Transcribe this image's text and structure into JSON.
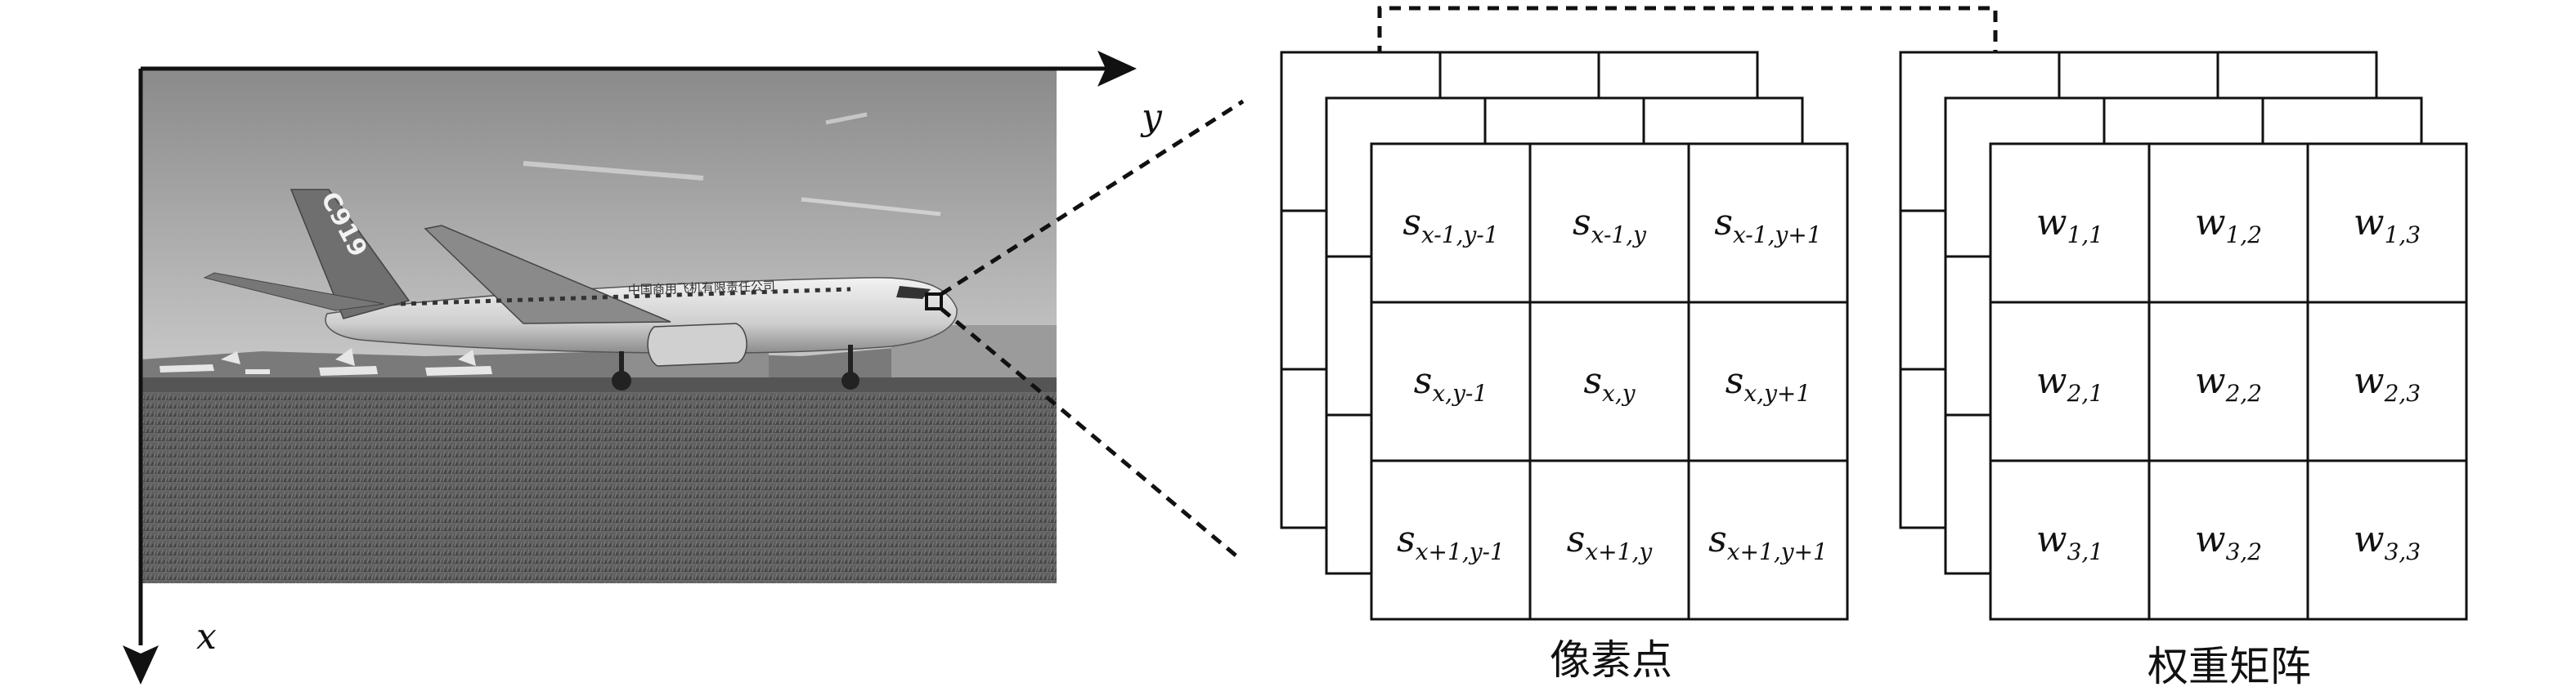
{
  "axes": {
    "x_label": "x",
    "y_label": "y"
  },
  "pixel_matrix": {
    "caption": "像素点",
    "cells": [
      [
        {
          "base": "s",
          "sub": "x-1,y-1"
        },
        {
          "base": "s",
          "sub": "x-1,y"
        },
        {
          "base": "s",
          "sub": "x-1,y+1"
        }
      ],
      [
        {
          "base": "s",
          "sub": "x,y-1"
        },
        {
          "base": "s",
          "sub": "x,y"
        },
        {
          "base": "s",
          "sub": "x,y+1"
        }
      ],
      [
        {
          "base": "s",
          "sub": "x+1,y-1"
        },
        {
          "base": "s",
          "sub": "x+1,y"
        },
        {
          "base": "s",
          "sub": "x+1,y+1"
        }
      ]
    ]
  },
  "weight_matrix": {
    "caption": "权重矩阵",
    "cells": [
      [
        {
          "base": "w",
          "sub": "1,1"
        },
        {
          "base": "w",
          "sub": "1,2"
        },
        {
          "base": "w",
          "sub": "1,3"
        }
      ],
      [
        {
          "base": "w",
          "sub": "2,1"
        },
        {
          "base": "w",
          "sub": "2,2"
        },
        {
          "base": "w",
          "sub": "2,3"
        }
      ],
      [
        {
          "base": "w",
          "sub": "3,1"
        },
        {
          "base": "w",
          "sub": "3,2"
        },
        {
          "base": "w",
          "sub": "3,3"
        }
      ]
    ]
  },
  "aircraft": {
    "tail_text": "C919",
    "fuselage_text": "中国商用飞机有限责任公司"
  },
  "colors": {
    "line": "#111111",
    "sky_top": "#8f8f8f",
    "sky_bottom": "#d6d6d6",
    "ground": "#5c5c5c"
  }
}
